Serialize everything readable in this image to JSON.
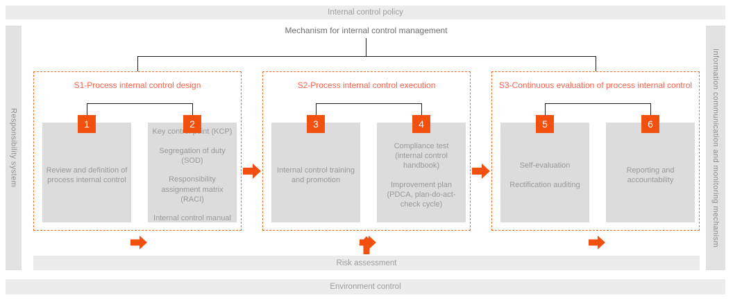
{
  "colors": {
    "accent": "#F2500F",
    "dash_border": "#EE6A1C",
    "section_title": "#FA6148",
    "bar_bg": "#ECECEC",
    "sidebar_bg": "#E2E2E2",
    "box_bg": "#DCDCDC",
    "bar_text": "#9C9C9C",
    "box_text": "#999999",
    "subtitle_text": "#6F6F6F",
    "sidebar_text": "#8E8E8E",
    "connector": "#1A1A1A"
  },
  "top_bar": {
    "label": "Internal control policy"
  },
  "subtitle": "Mechanism for internal control management",
  "left_sidebar": {
    "label": "Responsibility system"
  },
  "right_sidebar": {
    "label": "Information communication and monitoring mechanism"
  },
  "sections": [
    {
      "title": "S1-Process internal control design",
      "steps": [
        {
          "number": "1",
          "lines": [
            "Review and definition of process internal control"
          ]
        },
        {
          "number": "2",
          "lines": [
            "Key control point (KCP)",
            "Segregation of duty (SOD)",
            "Responsibility assignment matrix (RACI)",
            "Internal control manual"
          ]
        }
      ]
    },
    {
      "title": "S2-Process internal control execution",
      "steps": [
        {
          "number": "3",
          "lines": [
            "Internal control training and promotion"
          ]
        },
        {
          "number": "4",
          "lines": [
            "Compliance test (internal control handbook)",
            "Improvement plan (PDCA, plan-do-act-check cycle)"
          ]
        }
      ]
    },
    {
      "title": "S3-Continuous evaluation of process internal control",
      "steps": [
        {
          "number": "5",
          "lines": [
            "Self-evaluation",
            "Rectification auditing"
          ]
        },
        {
          "number": "6",
          "lines": [
            "Reporting and accountability"
          ]
        }
      ]
    }
  ],
  "bottom_bars": {
    "risk": {
      "label": "Risk assessment"
    },
    "environment": {
      "label": "Environment control"
    }
  }
}
